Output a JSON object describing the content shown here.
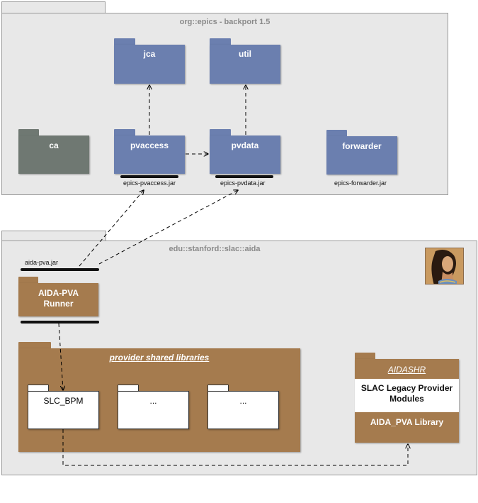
{
  "epics_package": {
    "title": "org::epics - backport 1.5",
    "folders": {
      "jca": "jca",
      "util": "util",
      "ca": "ca",
      "pvaccess": "pvaccess",
      "pvdata": "pvdata",
      "forwarder": "forwarder"
    },
    "jars": {
      "pvaccess": "epics-pvaccess.jar",
      "pvdata": "epics-pvdata.jar",
      "forwarder": "epics-forwarder.jar"
    }
  },
  "aida_package": {
    "title": "edu::stanford::slac::aida",
    "jar": "aida-pva.jar",
    "runner_line1": "AIDA-PVA",
    "runner_line2": "Runner",
    "provider_libs": {
      "title": "provider shared libraries",
      "items": [
        "SLC_BPM",
        "...",
        "..."
      ]
    },
    "aidashr": {
      "title": "AIDASHR",
      "legacy_line1": "SLAC Legacy Provider",
      "legacy_line2": "Modules",
      "library": "AIDA_PVA Library"
    }
  },
  "colors": {
    "blue_folder": "#6b7faf",
    "gray_folder": "#6f7872",
    "brown_folder": "#a57b4e",
    "package_bg": "#e8e8e8"
  }
}
